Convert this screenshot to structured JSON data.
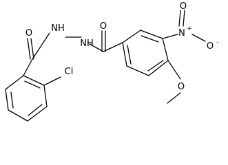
{
  "molecule": {
    "atoms": {
      "carbonyl_oxygen_left": "O",
      "hydrazide_nh_left": "NH",
      "hydrazide_nh_right": "NH",
      "carbonyl_oxygen_right": "O",
      "nitro_nitrogen": "N",
      "nitro_nitrogen_charge": "+",
      "nitro_oxygen_top": "O",
      "nitro_oxygen_right": "O",
      "nitro_oxygen_charge": "-",
      "methoxy_oxygen": "O",
      "chlorine": "Cl"
    }
  }
}
